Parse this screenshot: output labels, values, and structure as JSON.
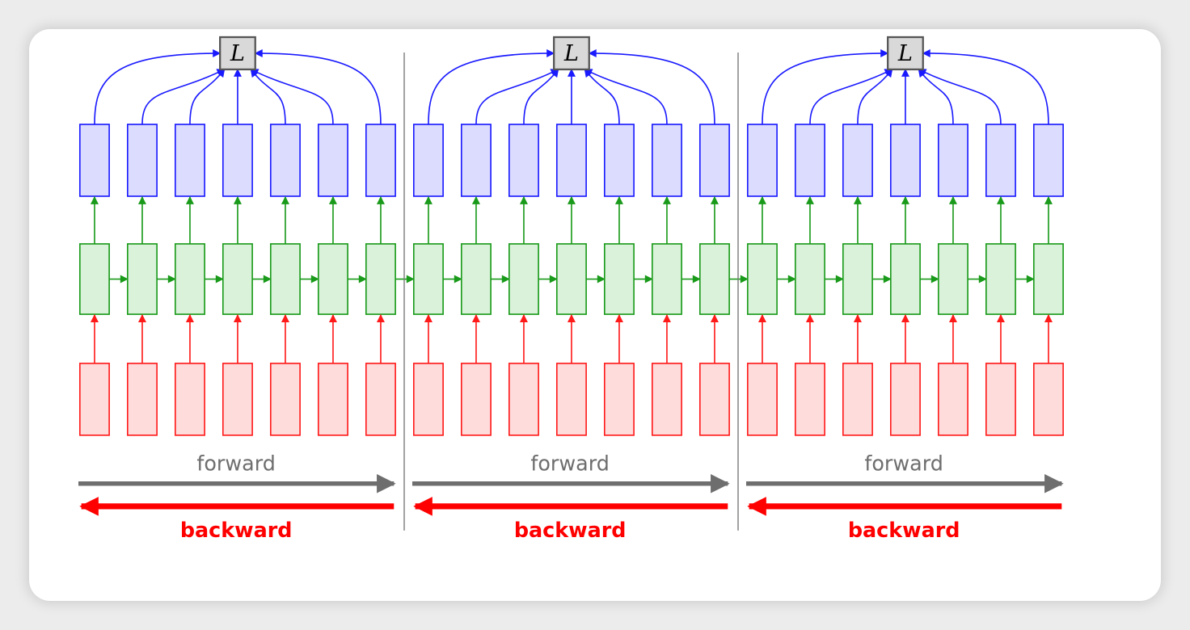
{
  "diagram": {
    "title": "",
    "chunks": [
      {
        "loss_label": "L",
        "forward_label": "forward",
        "backward_label": "backward"
      },
      {
        "loss_label": "L",
        "forward_label": "forward",
        "backward_label": "backward"
      },
      {
        "loss_label": "L",
        "forward_label": "forward",
        "backward_label": "backward"
      }
    ],
    "steps_per_chunk": 7,
    "colors": {
      "output_fill": "#dcdcff",
      "output_stroke": "#1a1aff",
      "hidden_fill": "#d9f2d9",
      "hidden_stroke": "#1a9a1a",
      "input_fill": "#ffdcdc",
      "input_stroke": "#ff1a1a",
      "forward_arrow": "#6e6e6e",
      "forward_text": "#6e6e6e",
      "backward_arrow": "#ff0000",
      "backward_text": "#ff0000",
      "loss_fill": "#d9d9d9",
      "loss_stroke": "#555555",
      "divider": "#777777"
    }
  }
}
